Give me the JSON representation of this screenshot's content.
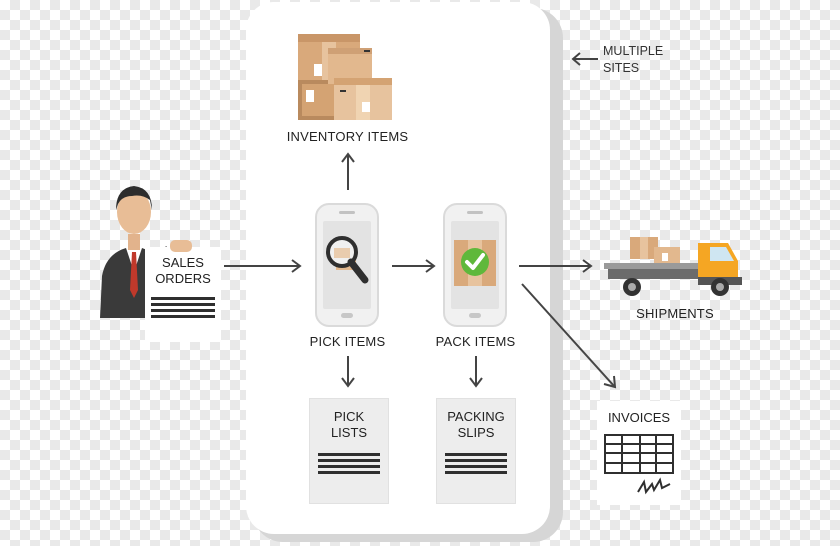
{
  "labels": {
    "multiple_sites": "MULTIPLE\nSITES",
    "inventory_items": "INVENTORY ITEMS",
    "sales_orders": "SALES\nORDERS",
    "pick_items": "PICK ITEMS",
    "pack_items": "PACK ITEMS",
    "shipments": "SHIPMENTS",
    "pick_lists": "PICK\nLISTS",
    "packing_slips": "PACKING\nSLIPS",
    "invoices": "INVOICES"
  },
  "colors": {
    "box_light": "#e7c39e",
    "box_mid": "#d9a97b",
    "box_dark": "#b98a5e",
    "check_green": "#5fb83b",
    "truck_orange": "#f5a623",
    "arrow": "#444444",
    "suit": "#3a3a3a",
    "tie": "#c0392b"
  },
  "icons": [
    "boxes-icon",
    "businessman-icon",
    "magnifier-icon",
    "check-icon",
    "truck-icon",
    "signature-icon"
  ]
}
